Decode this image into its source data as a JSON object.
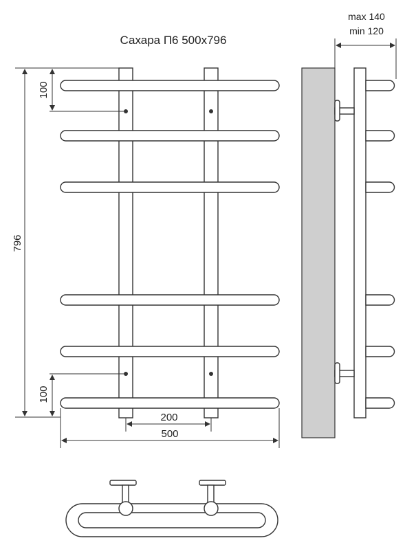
{
  "title": "Сахара П6 500х796",
  "dimensions": {
    "overall_height": "796",
    "top_offset": "100",
    "bottom_offset": "100",
    "mount_spacing": "200",
    "overall_width": "500",
    "depth_max": "max 140",
    "depth_min": "min 120"
  },
  "colors": {
    "line": "#333333",
    "wall_fill": "#cfcfcf",
    "background": "#ffffff"
  }
}
